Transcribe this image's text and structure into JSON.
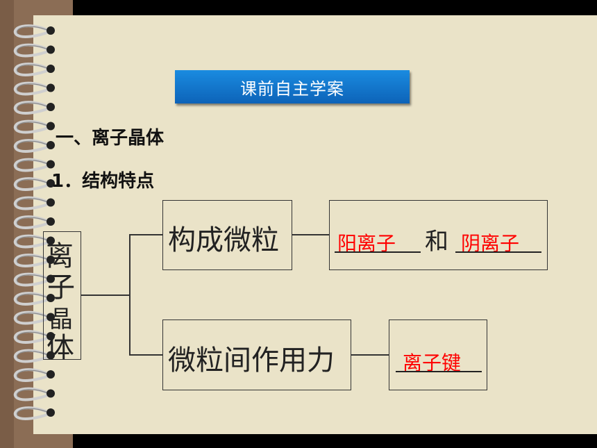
{
  "banner": {
    "title": "课前自主学案"
  },
  "section": {
    "heading": "一、离子晶体"
  },
  "subsection": {
    "heading": "1．结构特点"
  },
  "diagram": {
    "root": {
      "chars": [
        "离",
        "子",
        "晶",
        "体"
      ]
    },
    "branch_particles": {
      "label": "构成微粒",
      "answer1": "阳离子",
      "connector": "和",
      "answer2": "阴离子"
    },
    "branch_force": {
      "label": "微粒间作用力",
      "answer": "离子键"
    }
  },
  "colors": {
    "answer": "#ff0000",
    "banner": "#1479d0",
    "paper": "#eae3c8",
    "cover": "#8b6d55"
  }
}
